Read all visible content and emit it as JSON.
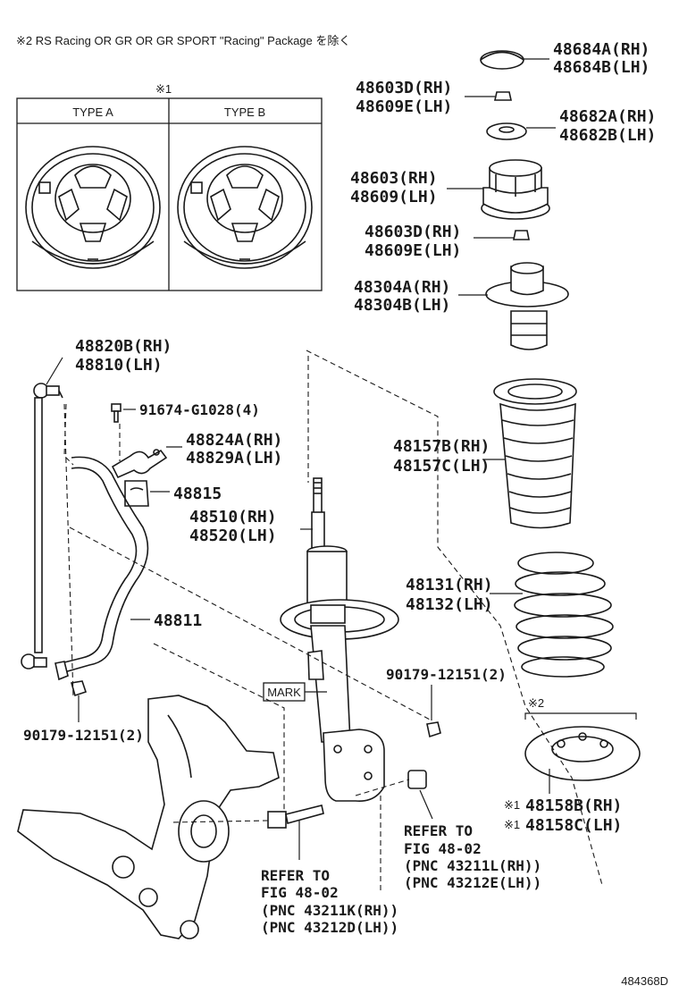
{
  "note_top": "※2 RS Racing OR GR OR GR SPORT \"Racing\" Package を除く",
  "inset": {
    "marker": "※1",
    "type_a": "TYPE A",
    "type_b": "TYPE B"
  },
  "labels": {
    "l01": "48684A(RH)",
    "l02": "48684B(LH)",
    "l03": "48603D(RH)",
    "l04": "48609E(LH)",
    "l05": "48682A(RH)",
    "l06": "48682B(LH)",
    "l07": "48603(RH)",
    "l08": "48609(LH)",
    "l09": "48603D(RH)",
    "l10": "48609E(LH)",
    "l11": "48304A(RH)",
    "l12": "48304B(LH)",
    "l13": "48820B(RH)",
    "l14": "48810(LH)",
    "l15": "91674-G1028(4)",
    "l16": "48824A(RH)",
    "l17": "48829A(LH)",
    "l18": "48815",
    "l19": "48510(RH)",
    "l20": "48520(LH)",
    "l21": "48157B(RH)",
    "l22": "48157C(LH)",
    "l23": "48131(RH)",
    "l24": "48132(LH)",
    "l25": "48811",
    "l26": "90179-12151(2)",
    "l27": "MARK",
    "l28": "90179-12151(2)",
    "l29": "※2",
    "l30": "48158B(RH)",
    "l31": "48158C(LH)",
    "m30": "※1",
    "m31": "※1"
  },
  "refs": {
    "right": [
      "REFER TO",
      "FIG 48-02",
      "(PNC 43211L(RH))",
      "(PNC 43212E(LH))"
    ],
    "left": [
      "REFER TO",
      "FIG 48-02",
      "(PNC 43211K(RH))",
      "(PNC 43212D(LH))"
    ]
  },
  "drawing_no": "484368D"
}
